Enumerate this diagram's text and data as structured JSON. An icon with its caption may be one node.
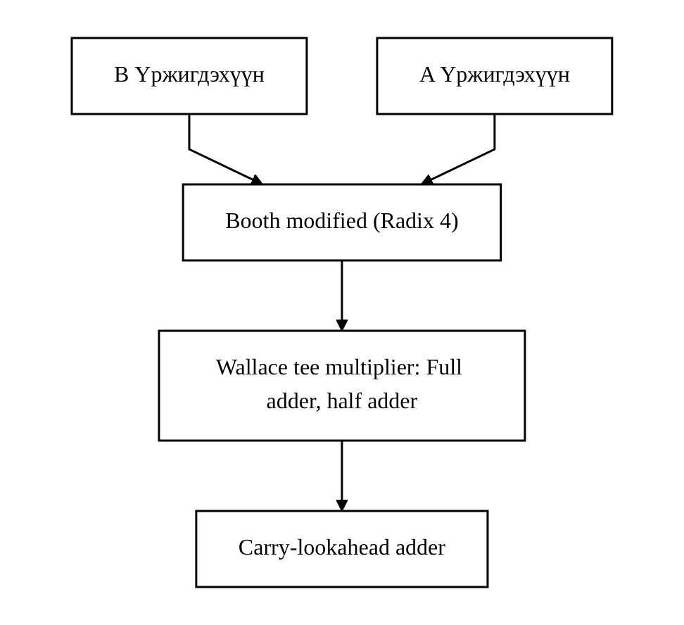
{
  "diagram": {
    "nodes": [
      {
        "text": [
          "B Үржигдэхүүн"
        ]
      },
      {
        "text": [
          "A Үржигдэхүүн"
        ]
      },
      {
        "text": [
          "Booth modified (Radix 4)"
        ]
      },
      {
        "text": [
          "Wallace tee multiplier: Full adder, half adder"
        ]
      },
      {
        "text": [
          "Carry-lookahead adder"
        ]
      }
    ],
    "edges": [
      {
        "from": 0,
        "to": 2,
        "arrow": "to"
      },
      {
        "from": 1,
        "to": 2,
        "arrow": "to"
      },
      {
        "from": 2,
        "to": 3,
        "arrow": "to"
      },
      {
        "from": 3,
        "to": 4,
        "arrow": "to"
      }
    ]
  }
}
